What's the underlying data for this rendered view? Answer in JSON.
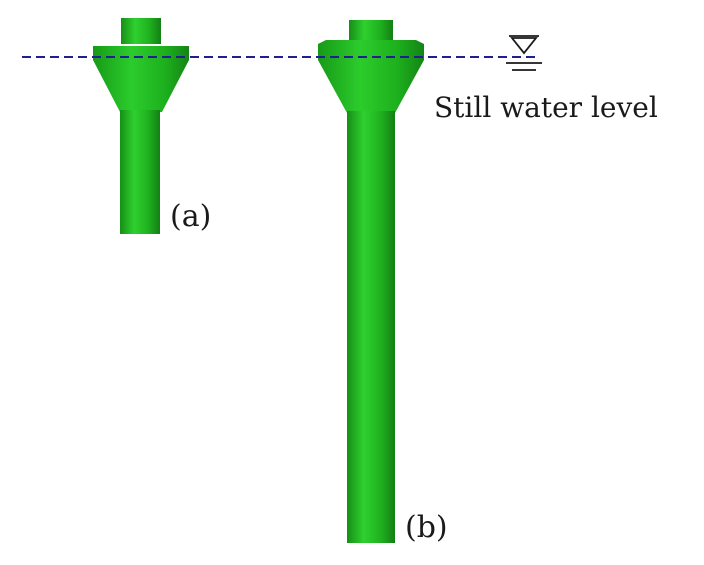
{
  "diagram": {
    "water_line_label": "Still water level",
    "water_symbol": "∇",
    "structures": [
      {
        "label": "(a)"
      },
      {
        "label": "(b)"
      }
    ],
    "colors": {
      "structure": "#1fb21f",
      "structure_highlight": "#2fd02f",
      "structure_shadow": "#168f16",
      "water_line": "#1f1f8f",
      "text": "#1a1a1a"
    }
  }
}
